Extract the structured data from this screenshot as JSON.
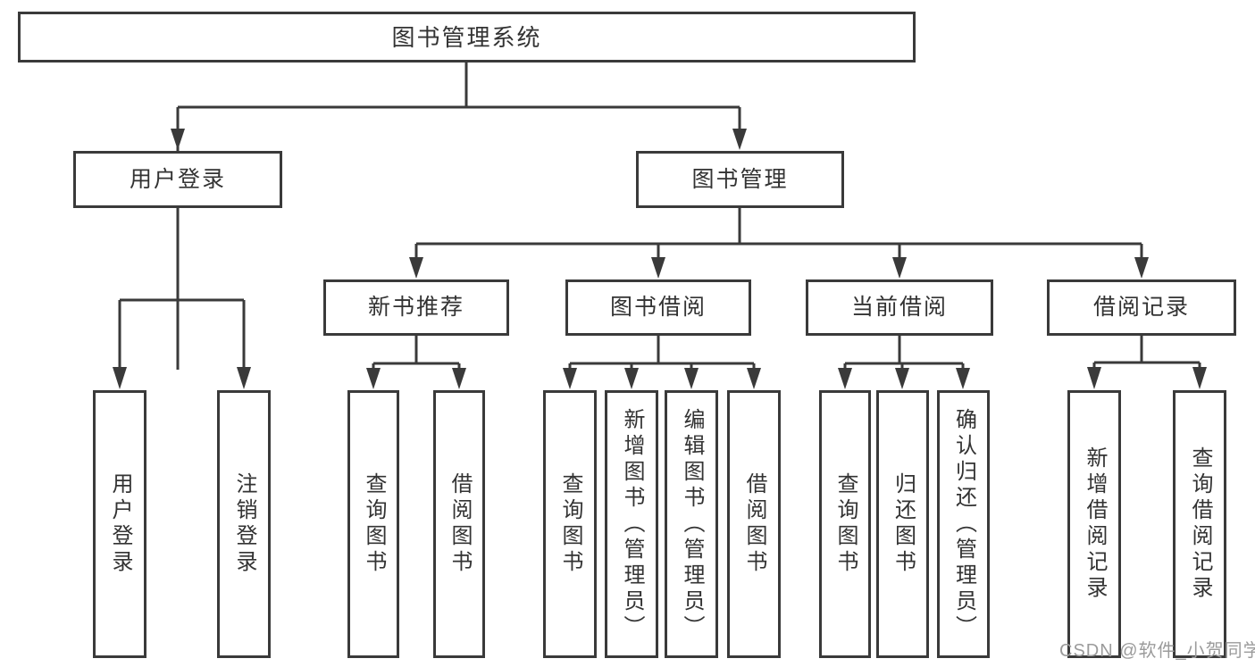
{
  "diagram": {
    "title": "图书管理系统",
    "nodes": {
      "root": "图书管理系统",
      "user_login": "用户登录",
      "book_mgmt": "图书管理",
      "new_book_rec": "新书推荐",
      "book_borrow": "图书借阅",
      "current_borrow": "当前借阅",
      "borrow_record": "借阅记录",
      "leaf_user_login": "用户登录",
      "leaf_logout": "注销登录",
      "leaf_nb_query": "查询图书",
      "leaf_nb_borrow": "借阅图书",
      "leaf_bb_query": "查询图书",
      "leaf_bb_add": "新增图书（管理员）",
      "leaf_bb_edit": "编辑图书（管理员）",
      "leaf_bb_borrow": "借阅图书",
      "leaf_cb_query": "查询图书",
      "leaf_cb_return": "归还图书",
      "leaf_cb_confirm": "确认归还（管理员）",
      "leaf_br_add": "新增借阅记录",
      "leaf_br_query": "查询借阅记录"
    },
    "colors": {
      "line": "#3a3a3a",
      "text": "#333333",
      "background": "#ffffff",
      "watermark_text_color": "#9b9b9b"
    }
  },
  "watermark": {
    "text": "CSDN @软件_小贺同学"
  }
}
